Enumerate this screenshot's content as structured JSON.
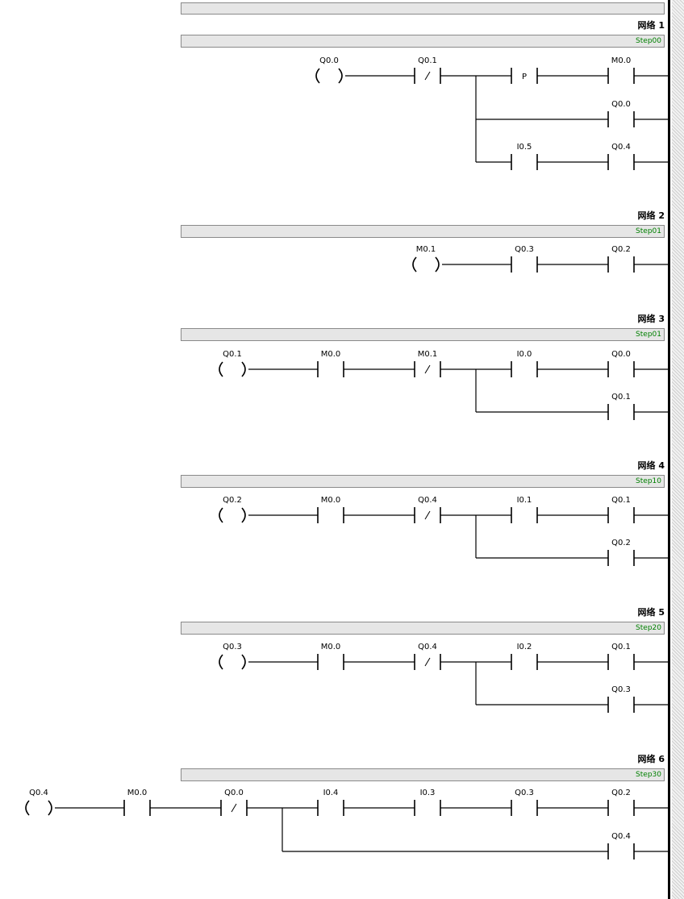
{
  "networks": [
    {
      "label": "网络 1",
      "comment": "Step00",
      "contacts": [
        {
          "id": "m00",
          "addr": "M0.0",
          "type": "NO"
        },
        {
          "id": "p",
          "addr": "",
          "type": "P"
        },
        {
          "id": "q01",
          "addr": "Q0.1",
          "type": "NC"
        },
        {
          "id": "q00b",
          "addr": "Q0.0",
          "type": "NO"
        },
        {
          "id": "q04",
          "addr": "Q0.4",
          "type": "NO"
        },
        {
          "id": "i05",
          "addr": "I0.5",
          "type": "NO"
        }
      ],
      "coil": "Q0.0"
    },
    {
      "label": "网络 2",
      "comment": "Step01",
      "contacts": [
        {
          "id": "q02",
          "addr": "Q0.2",
          "type": "NO"
        },
        {
          "id": "q03",
          "addr": "Q0.3",
          "type": "NO"
        }
      ],
      "coil": "M0.1"
    },
    {
      "label": "网络 3",
      "comment": "Step01",
      "contacts": [
        {
          "id": "q00",
          "addr": "Q0.0",
          "type": "NO"
        },
        {
          "id": "i00",
          "addr": "I0.0",
          "type": "NO"
        },
        {
          "id": "m01",
          "addr": "M0.1",
          "type": "NC"
        },
        {
          "id": "m00",
          "addr": "M0.0",
          "type": "NO"
        },
        {
          "id": "q01b",
          "addr": "Q0.1",
          "type": "NO"
        }
      ],
      "coil": "Q0.1"
    },
    {
      "label": "网络 4",
      "comment": "Step10",
      "contacts": [
        {
          "id": "q01",
          "addr": "Q0.1",
          "type": "NO"
        },
        {
          "id": "i01",
          "addr": "I0.1",
          "type": "NO"
        },
        {
          "id": "q04",
          "addr": "Q0.4",
          "type": "NC"
        },
        {
          "id": "m00",
          "addr": "M0.0",
          "type": "NO"
        },
        {
          "id": "q02b",
          "addr": "Q0.2",
          "type": "NO"
        }
      ],
      "coil": "Q0.2"
    },
    {
      "label": "网络 5",
      "comment": "Step20",
      "contacts": [
        {
          "id": "q01",
          "addr": "Q0.1",
          "type": "NO"
        },
        {
          "id": "i02",
          "addr": "I0.2",
          "type": "NO"
        },
        {
          "id": "q04",
          "addr": "Q0.4",
          "type": "NC"
        },
        {
          "id": "m00",
          "addr": "M0.0",
          "type": "NO"
        },
        {
          "id": "q03b",
          "addr": "Q0.3",
          "type": "NO"
        }
      ],
      "coil": "Q0.3"
    },
    {
      "label": "网络 6",
      "comment": "Step30",
      "contacts": [
        {
          "id": "q02",
          "addr": "Q0.2",
          "type": "NO"
        },
        {
          "id": "q03",
          "addr": "Q0.3",
          "type": "NO"
        },
        {
          "id": "i03",
          "addr": "I0.3",
          "type": "NO"
        },
        {
          "id": "i04",
          "addr": "I0.4",
          "type": "NO"
        },
        {
          "id": "q00",
          "addr": "Q0.0",
          "type": "NC"
        },
        {
          "id": "m00",
          "addr": "M0.0",
          "type": "NO"
        },
        {
          "id": "q04b",
          "addr": "Q0.4",
          "type": "NO"
        }
      ],
      "coil": "Q0.4"
    }
  ]
}
